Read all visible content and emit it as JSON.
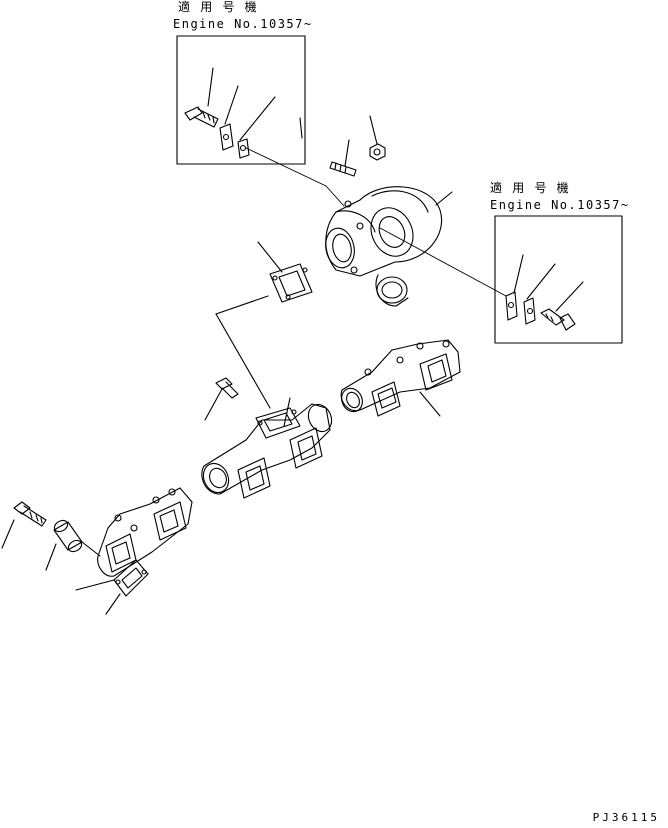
{
  "callout_left": {
    "title": "適 用 号 機",
    "engine": "Engine No.10357~"
  },
  "callout_right": {
    "title": "適 用 号 機",
    "engine": "Engine No.10357~"
  },
  "page_code": "PJ36115"
}
